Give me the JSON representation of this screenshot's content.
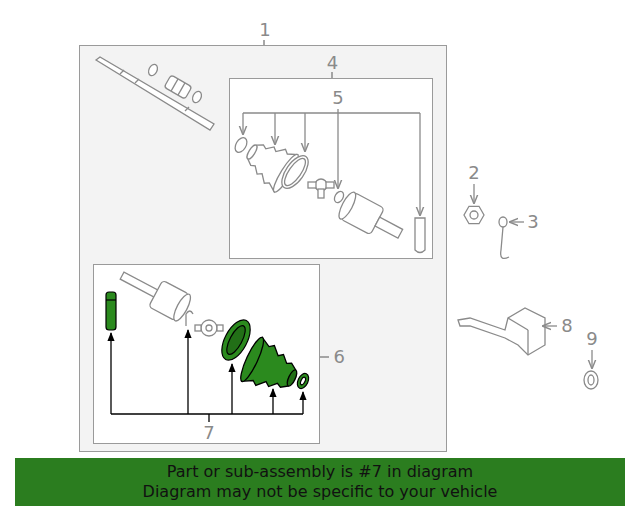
{
  "diagram": {
    "nodes": [
      {
        "text": [
          "1"
        ]
      },
      {
        "text": [
          "4"
        ],
        "in": 0
      },
      {
        "text": [
          "6"
        ],
        "in": 0
      },
      {
        "text": [
          "Part or sub-assembly is #7 in diagram",
          "Diagram may not be specific to your vehicle"
        ]
      }
    ],
    "labels": [
      "5",
      "2",
      "3",
      "8",
      "9",
      "7"
    ]
  }
}
